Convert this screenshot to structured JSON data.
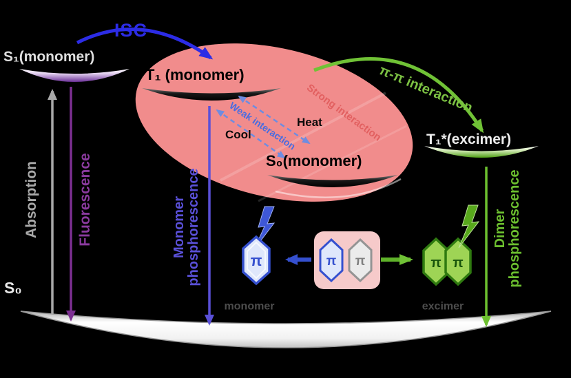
{
  "states": {
    "s1_monomer": "S₁(monomer)",
    "t1_monomer": "T₁ (monomer)",
    "s0_monomer": "S₀(monomer)",
    "t1_excimer": "T₁*(excimer)",
    "s0_ground": "S₀"
  },
  "processes": {
    "isc": "ISC",
    "absorption": "Absorption",
    "fluorescence": "Fluorescence",
    "monomer_phos_line1": "Monomer",
    "monomer_phos_line2": "phosphorescence",
    "dimer_phos_line1": "Dimer",
    "dimer_phos_line2": "phosphorescence",
    "pi_pi": "π-π interaction",
    "strong": "Strong interaction",
    "weak": "Weak interaction",
    "heat": "Heat",
    "cool": "Cool"
  },
  "molecules": {
    "pi": "π",
    "monomer": "monomer",
    "excimer": "excimer"
  },
  "colors": {
    "background": "#000000",
    "isc_blue": "#2c2ce6",
    "absorption_gray": "#a9a9a9",
    "fluorescence_purple": "#8a3a9e",
    "monomer_phos_violet": "#5a50d8",
    "dimer_phos_green": "#6cbf2f",
    "pi_pi_green": "#7cc143",
    "ellipse_pink": "#f18c8c",
    "strong_pink": "#e26060",
    "weak_blue": "#4a6ce0",
    "level_purple": "#6a2f96",
    "excimer_level_green": "#4e9e14"
  }
}
